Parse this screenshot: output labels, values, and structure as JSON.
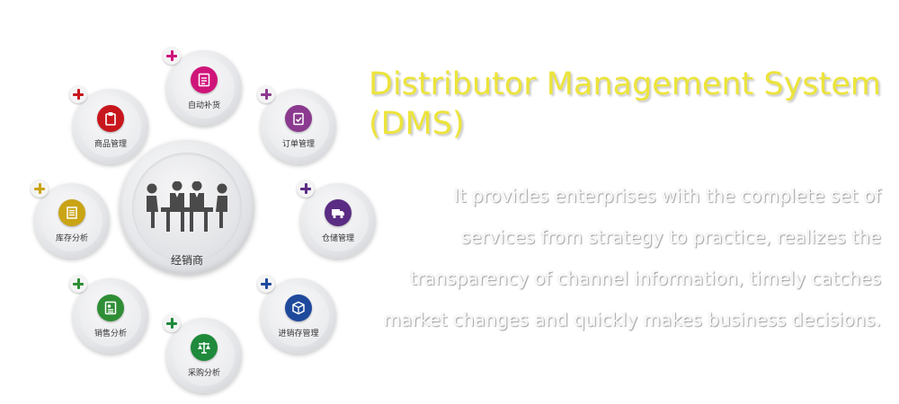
{
  "diagram": {
    "center": {
      "label": "经销商",
      "icon": "meeting-people-icon"
    },
    "nodes": [
      {
        "key": "goods",
        "label": "商品管理",
        "icon": "clipboard-icon",
        "color": "#c8161d",
        "plus_color": "#c8161d"
      },
      {
        "key": "replenish",
        "label": "自动补货",
        "icon": "document-chart-icon",
        "color": "#d0157a",
        "plus_color": "#d0157a"
      },
      {
        "key": "order",
        "label": "订单管理",
        "icon": "checklist-icon",
        "color": "#8b3a8f",
        "plus_color": "#8b3a8f"
      },
      {
        "key": "warehouse",
        "label": "仓储管理",
        "icon": "truck-icon",
        "color": "#5b2c83",
        "plus_color": "#5b2c83"
      },
      {
        "key": "inventory",
        "label": "进销存管理",
        "icon": "box-icon",
        "color": "#1f4a9c",
        "plus_color": "#1f4a9c"
      },
      {
        "key": "purchase",
        "label": "采购分析",
        "icon": "scale-icon",
        "color": "#1f8a3b",
        "plus_color": "#1f8a3b"
      },
      {
        "key": "sales",
        "label": "销售分析",
        "icon": "report-icon",
        "color": "#2f8e35",
        "plus_color": "#2f8e35"
      },
      {
        "key": "stock",
        "label": "库存分析",
        "icon": "scroll-icon",
        "color": "#c9a415",
        "plus_color": "#c9a415"
      }
    ]
  },
  "headline": "Distributor Management System (DMS)",
  "description": "It provides enterprises with the complete set of services from strategy to practice, realizes the transparency of channel information, timely catches market changes and quickly makes business decisions.",
  "colors": {
    "headline": "#ece43a",
    "description": "#fbfbfb"
  }
}
